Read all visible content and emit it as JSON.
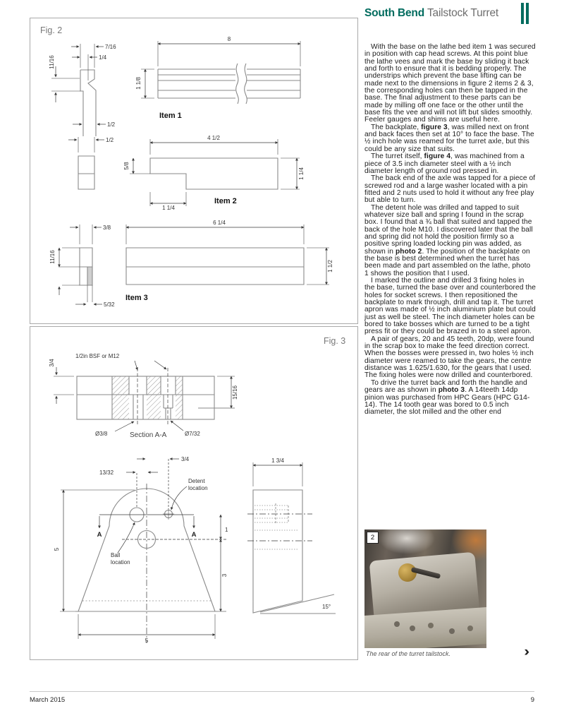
{
  "header": {
    "brand": "South Bend",
    "title": "Tailstock Turret"
  },
  "fig2": {
    "label": "Fig. 2",
    "item1_label": "Item 1",
    "item2_label": "Item 2",
    "item3_label": "Item 3",
    "d": {
      "p1_w1": "7/16",
      "p1_w2": "1/4",
      "p1_h": "11/16",
      "p1_b": "1/2",
      "i1_len": "8",
      "i1_h": "1 1/8",
      "p2_w": "1/2",
      "i2_len": "4 1/2",
      "i2_h": "1 1/4",
      "i2_lip": "5/8",
      "i2_notch": "1 1/4",
      "p3_w": "3/8",
      "p3_h": "11/16",
      "p3_b": "5/32",
      "i3_len": "6 1/4",
      "i3_h": "1 1/2"
    }
  },
  "fig3": {
    "label": "Fig. 3",
    "thread_note": "1/2in BSF or M12",
    "dia_left": "Ø3/8",
    "dia_right": "Ø7/32",
    "section_label": "Section A-A",
    "detent_1": "Detent",
    "detent_2": "location",
    "ball_1": "Ball",
    "ball_2": "location",
    "sec_mark": "A",
    "d": {
      "sec_t": "3/4",
      "sec_r": "15/16",
      "off_l": "13/32",
      "off_r": "3/4",
      "h": "5",
      "w": "5",
      "side_r": "3",
      "gap": "1",
      "side_w": "1 3/4",
      "angle": "15°"
    }
  },
  "article": {
    "paragraphs": [
      [
        {
          "t": "With the base on the lathe bed item 1 was secured in position with cap head screws. At this point blue the lathe vees and mark the base by sliding it back and forth to ensure that it is bedding properly. The understrips which prevent the base lifting can be made next to the dimensions in figure 2 items 2 & 3, the corresponding holes can then be tapped in the base. The final adjustment to these parts can be made by milling off one face or the other until the base fits the vee and will not lift but slides smoothly. Feeler gauges and shims are useful here."
        }
      ],
      [
        {
          "t": "The backplate, "
        },
        {
          "t": "figure 3",
          "b": true
        },
        {
          "t": ", was milled next on front and back faces then set at 10° to face the base. The ½ inch hole was reamed for the turret axle, but this could be any size that suits."
        }
      ],
      [
        {
          "t": "The turret itself, "
        },
        {
          "t": "figure 4",
          "b": true
        },
        {
          "t": ", was machined from a piece of 3.5 inch diameter steel with a ½ inch diameter length of ground rod pressed in."
        }
      ],
      [
        {
          "t": "The back end of the axle was tapped for a piece of screwed rod and a large washer located with a pin fitted and 2 nuts used to hold it without any free play but able to turn."
        }
      ],
      [
        {
          "t": "The detent hole was drilled and tapped to suit whatever size ball and spring I found in the scrap box. I found that a ¾ ball that suited and tapped the back of the hole M10. I discovered later that the ball and spring did not hold the position firmly so a positive spring loaded locking pin was added, as shown in "
        },
        {
          "t": "photo 2",
          "b": true
        },
        {
          "t": ". The position of the backplate on the base is best determined when the turret has been made and part assembled on the lathe, photo 1 shows the position that I used."
        }
      ],
      [
        {
          "t": "I marked the outline and drilled 3 fixing holes in the base, turned the base over and counterbored the holes for socket screws. I then repositioned the backplate to mark through, drill and tap it. The turret apron was made of ½ inch aluminium plate but could just as well be steel. The inch diameter holes can be bored to take bosses which are turned to be a tight press fit or they could be brazed in to a steel apron."
        }
      ],
      [
        {
          "t": "A pair of gears, 20 and 45 teeth, 20dp, were found in the scrap box to make the feed direction correct. When the bosses were pressed in, two holes ½ inch diameter were reamed to take the gears, the centre distance was 1.625/1.630, for the gears that I used. The fixing holes were now drilled and counterbored."
        }
      ],
      [
        {
          "t": "To drive the turret back and forth the handle and gears are as shown in "
        },
        {
          "t": "photo 3",
          "b": true
        },
        {
          "t": ". A 14teeth 14dp pinion was purchased from HPC Gears (HPC G14-14). The 14 tooth gear was bored to 0.5 inch diameter, the slot milled and the other end"
        }
      ]
    ]
  },
  "photo": {
    "tag": "2",
    "caption": "The rear of the turret tailstock.",
    "chevron": "›"
  },
  "footer": {
    "issue": "March 2015",
    "page": "9"
  },
  "colors": {
    "brand_teal": "#006B5E",
    "title_gray": "#6e6e6e"
  }
}
